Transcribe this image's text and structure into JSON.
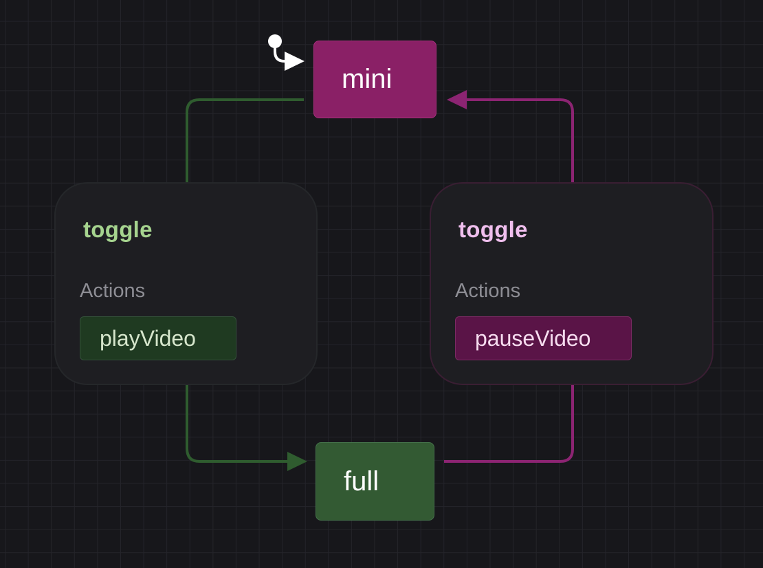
{
  "states": {
    "mini": {
      "label": "mini"
    },
    "full": {
      "label": "full"
    }
  },
  "transitions": {
    "to_full": {
      "event": "toggle",
      "actions_label": "Actions",
      "action": "playVideo"
    },
    "to_mini": {
      "event": "toggle",
      "actions_label": "Actions",
      "action": "pauseVideo"
    }
  },
  "colors": {
    "background": "#17171b",
    "grid": "#24242a",
    "mini_state": "#8a2066",
    "full_state": "#335a33",
    "green_edge": "#2f5c2f",
    "pink_edge": "#8c2472",
    "initial_marker": "#ffffff"
  },
  "icons": {
    "initial": "initial-state-arrow-icon"
  }
}
